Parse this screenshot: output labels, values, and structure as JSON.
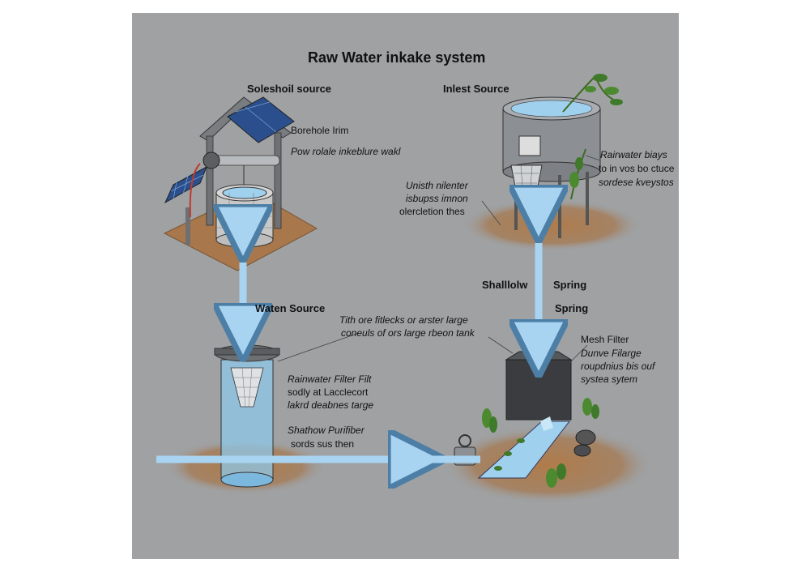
{
  "title": "Raw Water inkake system",
  "labels": {
    "solar_source": "Soleshoil source",
    "inlet_source": "Inlest Source",
    "borehole_1": "Borehole Irim",
    "borehole_2": "Pow rolale inkeblure wakl",
    "rain_right_1": "Rairwater biays",
    "rain_right_2": "to in vos bo ctuce",
    "rain_right_3": "sordese kveystos",
    "unist_1": "Unisth nilenter",
    "unist_2": "isbupss imnon",
    "unist_3": "olercletion thes",
    "shallow": "Shalllolw",
    "spring_1": "Spring",
    "spring_2": "Spring",
    "water_source": "Waten Source",
    "tith_1": "Tith ore fitlecks or arster large",
    "tith_2": "coneuls of ors large rbeon tank",
    "mesh_1": "Mesh Filter",
    "mesh_2": "Dunve Filarge",
    "mesh_3": "roupdnius bis ouf",
    "mesh_4": "systea sytem",
    "rain_filter_1": "Rainwater Filter Filt",
    "rain_filter_2": "sodly at Lacclecort",
    "rain_filter_3": "lakrd deabnes targe",
    "shathow_1": "Shathow Purifiber",
    "shathow_2": "sords sus then"
  },
  "colors": {
    "background": "#9fa1a3",
    "water_arrow": "#a8d4f2",
    "water_arrow_stroke": "#4d7fa6",
    "soil": "#a7784f",
    "stone": "#c8c8c8",
    "solar": "#2a4f8c",
    "metal": "#8c8f93",
    "foliage": "#3f7a2a"
  },
  "icons": [
    "solar-panel-icon",
    "stone-well-icon",
    "water-tank-icon",
    "mesh-filter-icon",
    "pipe-valve-icon",
    "spring-channel-icon",
    "vine-icon"
  ]
}
